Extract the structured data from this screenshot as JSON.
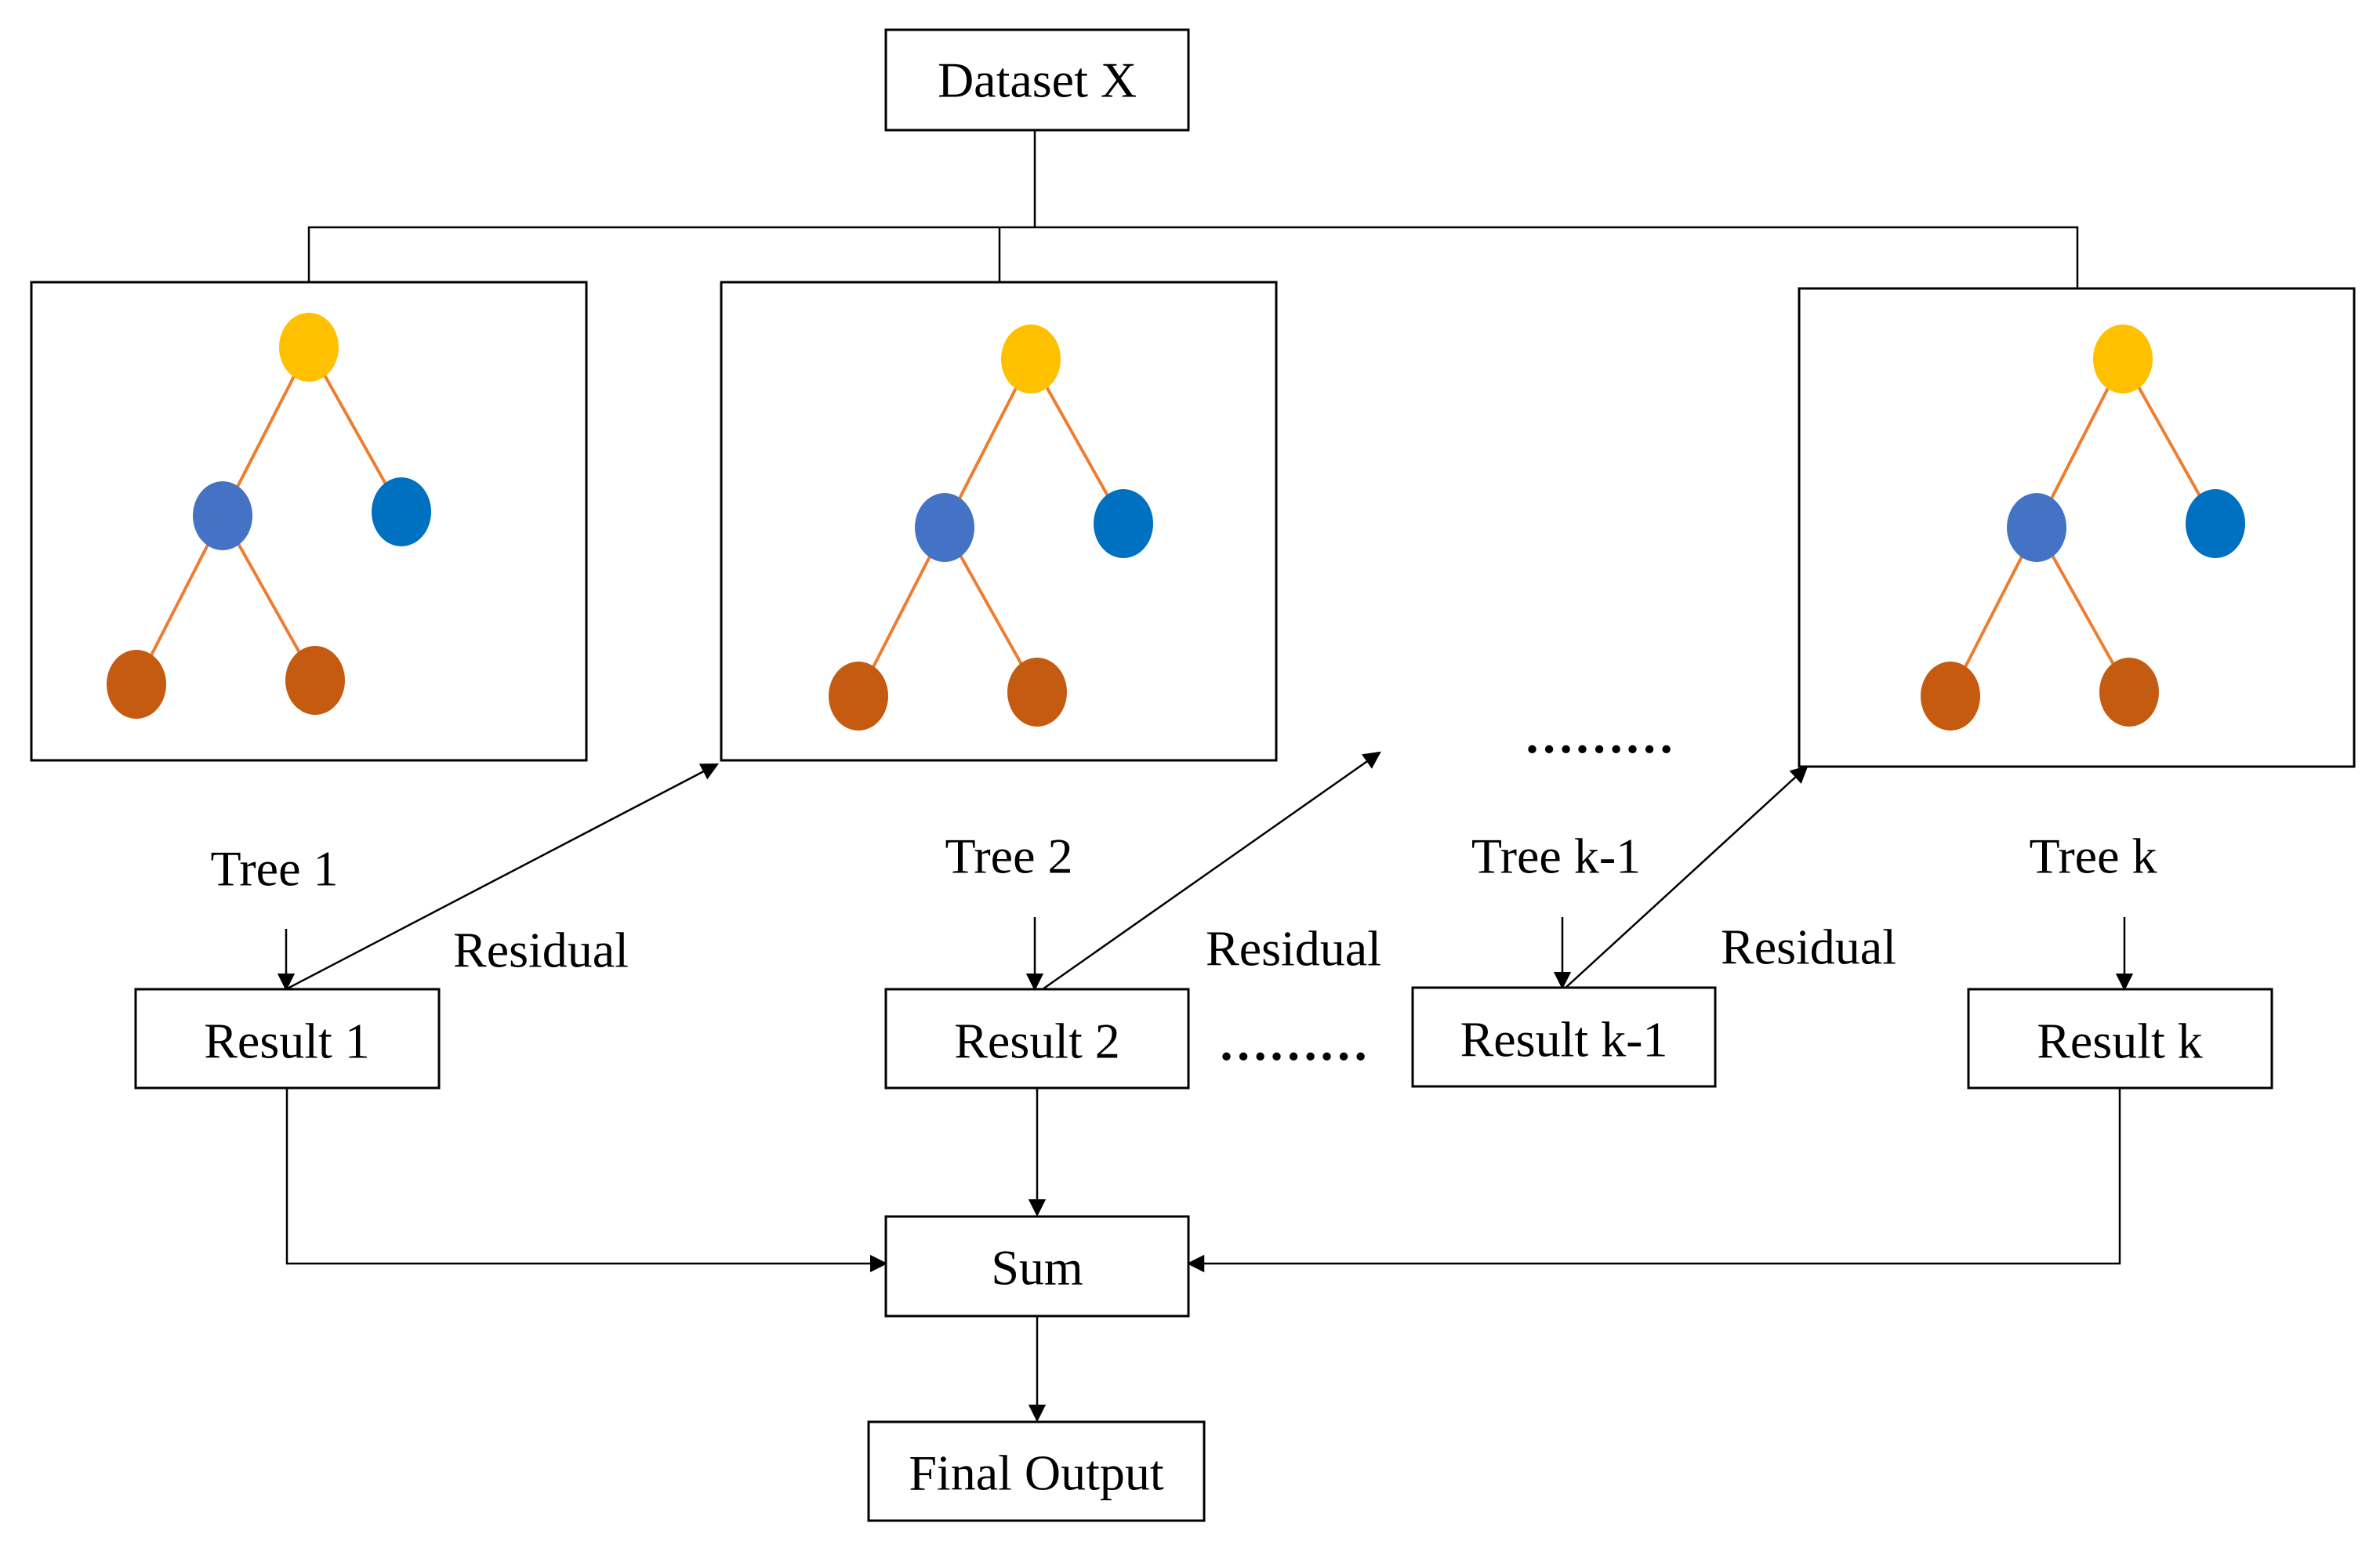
{
  "dataset": {
    "label": "Dataset X"
  },
  "trees": [
    {
      "label": "Tree 1",
      "result": "Result 1"
    },
    {
      "label": "Tree 2",
      "result": "Result 2"
    },
    {
      "label": "Tree k-1",
      "result": "Result k-1"
    },
    {
      "label": "Tree k",
      "result": "Result k"
    }
  ],
  "residual_labels": [
    "Residual",
    "Residual",
    "Residual"
  ],
  "ellipsis": {
    "top": "………",
    "middle": "………"
  },
  "sum": {
    "label": "Sum"
  },
  "final_output": {
    "label": "Final Output"
  },
  "colors": {
    "root_node": "#FFC000",
    "internal_node": "#4472C4",
    "leaf_right_node": "#0070C0",
    "leaf_node": "#C55A11",
    "edge": "#ED7D31"
  }
}
